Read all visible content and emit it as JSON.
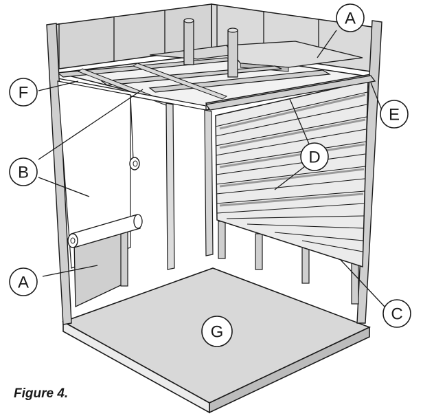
{
  "caption": "Figure 4.",
  "colors": {
    "ink": "#1a1a1a",
    "wall_board": "#e6e6e6",
    "panel": "#d0d0d0",
    "floor": "#d8d8d8",
    "floor_edge": "#b8b8b8",
    "frame": "#cfcfcf",
    "slat": "#ebebeb",
    "slat_shadow": "#9a9a9a"
  },
  "callouts": [
    {
      "id": "A",
      "label": "A"
    },
    {
      "id": "A",
      "label": "A"
    },
    {
      "id": "B",
      "label": "B"
    },
    {
      "id": "C",
      "label": "C"
    },
    {
      "id": "D",
      "label": "D"
    },
    {
      "id": "E",
      "label": "E"
    },
    {
      "id": "F",
      "label": "F"
    },
    {
      "id": "G",
      "label": "G"
    }
  ]
}
